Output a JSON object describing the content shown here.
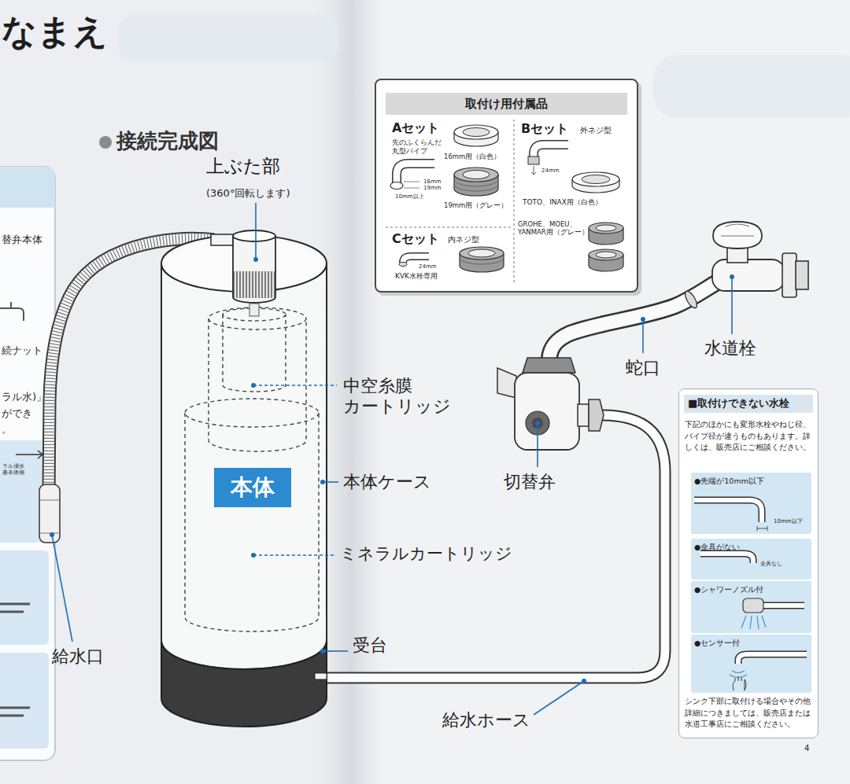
{
  "diagram": {
    "title": "なまえ",
    "nodes": [
      {
        "text": [
          "本体"
        ]
      },
      {
        "text": [
          "取付け用付属品"
        ]
      },
      {
        "text": [
          "Aセット",
          "先のふくらんだ 丸型パイプ",
          "16mm",
          "19mm",
          "10mm以上",
          "16mm用（白色）",
          "19mm用（グレー）"
        ],
        "in": 1
      },
      {
        "text": [
          "Bセット",
          "外ネジ型",
          "24mm",
          "TOTO、INAX用（白色）",
          "GROHE、MOEU、 YANMAR用（グレー）"
        ],
        "in": 1
      },
      {
        "text": [
          "Cセット",
          "内ネジ型",
          "24mm",
          "KVK水栓専用"
        ],
        "in": 1
      },
      {
        "text": [
          "■取付けできない水栓",
          "下記のほかにも変形水栓やねじ径、パイプ径が違うものもあります。詳しくは、販売店にご相談ください。",
          "シンク下部に取付ける場合やその他詳細につきましては、販売店または水道工事店にご相談ください。"
        ]
      },
      {
        "text": [
          "●先端が10mm以下",
          "10mm以下"
        ],
        "in": 5
      },
      {
        "text": [
          "●金具がない",
          "金具なし"
        ],
        "in": 5
      },
      {
        "text": [
          "●シャワーノズル付"
        ],
        "in": 5
      },
      {
        "text": [
          "●センサー付"
        ],
        "in": 5
      }
    ],
    "labels": [
      "替弁本体",
      "続ナット",
      "ラル水)」",
      "ができ",
      "。",
      "ラル浸水 基本体側",
      "接続完成図",
      "上ぶた部",
      "(360°回転します)",
      "中空糸膜 カートリッジ",
      "本体ケース",
      "ミネラルカートリッジ",
      "給水口",
      "受台",
      "給水ホース",
      "水道栓",
      "蛇口",
      "切替弁",
      "4"
    ]
  }
}
